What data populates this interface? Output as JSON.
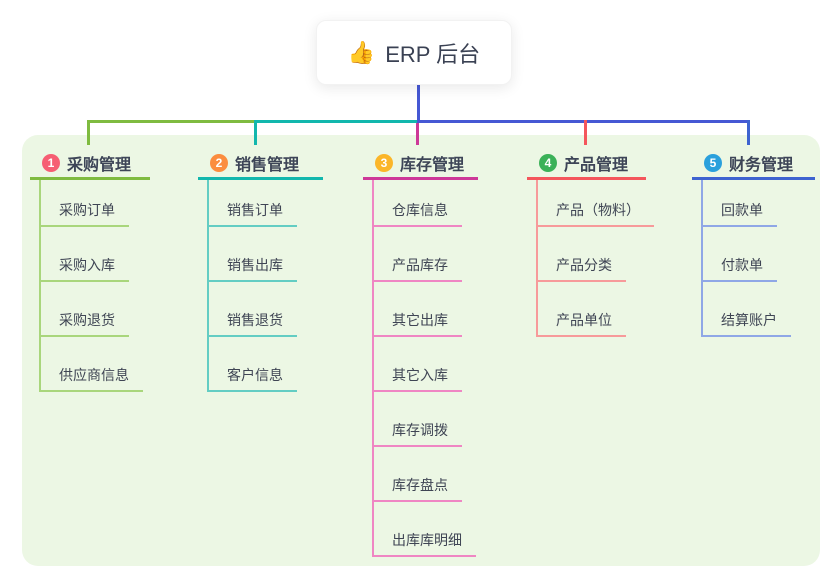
{
  "root": {
    "title": "ERP 后台",
    "icon": "👍"
  },
  "colors": {
    "panel_bg": "#ecf7e4",
    "trunk": "#4658d4",
    "text": "#3f4659"
  },
  "branches": [
    {
      "number": "1",
      "title": "采购管理",
      "badge_color": "#f65e73",
      "color_main": "#7fbb40",
      "color_light": "#a9d67c",
      "children": [
        "采购订单",
        "采购入库",
        "采购退货",
        "供应商信息"
      ]
    },
    {
      "number": "2",
      "title": "销售管理",
      "badge_color": "#fb8d3f",
      "color_main": "#12b7ad",
      "color_light": "#63cdc3",
      "children": [
        "销售订单",
        "销售出库",
        "销售退货",
        "客户信息"
      ]
    },
    {
      "number": "3",
      "title": "库存管理",
      "badge_color": "#fbb629",
      "color_main": "#cd3898",
      "color_light": "#ef86c3",
      "children": [
        "仓库信息",
        "产品库存",
        "其它出库",
        "其它入库",
        "库存调拨",
        "库存盘点",
        "出库库明细"
      ]
    },
    {
      "number": "4",
      "title": "产品管理",
      "badge_color": "#3bb158",
      "color_main": "#f4565c",
      "color_light": "#f79a9a",
      "children": [
        "产品（物料）",
        "产品分类",
        "产品单位"
      ]
    },
    {
      "number": "5",
      "title": "财务管理",
      "badge_color": "#2aa0dc",
      "color_main": "#3e63d0",
      "color_light": "#8fa7e6",
      "children": [
        "回款单",
        "付款单",
        "结算账户"
      ]
    }
  ]
}
